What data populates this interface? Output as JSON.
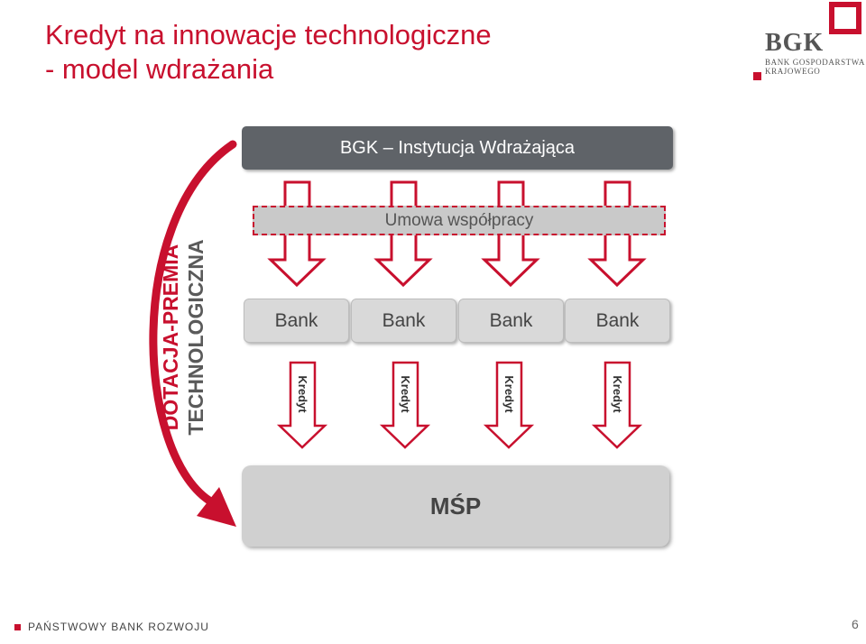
{
  "title": {
    "line1": "Kredyt na innowacje technologiczne",
    "line2": " - model wdrażania"
  },
  "logo": {
    "name": "BGK",
    "subtitle_line1": "BANK GOSPODARSTWA",
    "subtitle_line2": "KRAJOWEGO"
  },
  "diagram": {
    "institution": "BGK – Instytucja Wdrażająca",
    "agreement": "Umowa współpracy",
    "banks": [
      "Bank",
      "Bank",
      "Bank",
      "Bank"
    ],
    "credit_labels": [
      "Kredyt",
      "Kredyt",
      "Kredyt",
      "Kredyt"
    ],
    "target": "MŚP",
    "side_label_line1": "DOTACJA-PREMIA",
    "side_label_line2": "TECHNOLOGICZNA"
  },
  "footer": {
    "org": "PAŃSTWOWY BANK ROZWOJU",
    "page": "6"
  },
  "colors": {
    "accent": "#c8102e",
    "dark_box": "#5f6368",
    "light_box": "#d9d9d9"
  }
}
